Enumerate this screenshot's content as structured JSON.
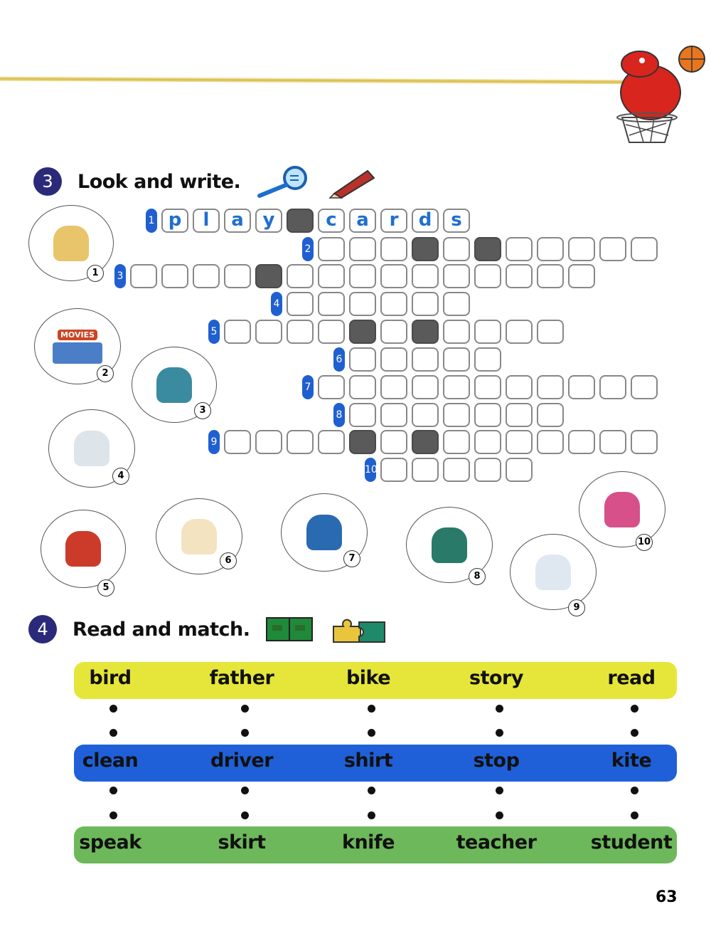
{
  "section3": {
    "number": "3",
    "title": "Look and write."
  },
  "crossword": {
    "rows": [
      {
        "clue": "1",
        "length": 10,
        "dark": [
          4
        ],
        "letters": [
          "p",
          "l",
          "a",
          "y",
          "",
          "c",
          "a",
          "r",
          "d",
          "s"
        ]
      },
      {
        "clue": "2",
        "length": 11,
        "dark": [
          3,
          5
        ],
        "letters": []
      },
      {
        "clue": "3",
        "length": 15,
        "dark": [
          4
        ],
        "letters": []
      },
      {
        "clue": "4",
        "length": 6,
        "dark": [],
        "letters": []
      },
      {
        "clue": "5",
        "length": 11,
        "dark": [
          4,
          6
        ],
        "letters": []
      },
      {
        "clue": "6",
        "length": 5,
        "dark": [],
        "letters": []
      },
      {
        "clue": "7",
        "length": 11,
        "dark": [],
        "letters": []
      },
      {
        "clue": "8",
        "length": 7,
        "dark": [],
        "letters": []
      },
      {
        "clue": "9",
        "length": 14,
        "dark": [
          4,
          6
        ],
        "letters": []
      },
      {
        "clue": "10",
        "length": 5,
        "dark": [],
        "letters": []
      }
    ]
  },
  "pictures": [
    {
      "num": "1",
      "icon": "children-playing-cards"
    },
    {
      "num": "2",
      "icon": "movies-cinema",
      "sign": "MOVIES"
    },
    {
      "num": "3",
      "icon": "boy-playing-basketball"
    },
    {
      "num": "4",
      "icon": "doctor"
    },
    {
      "num": "5",
      "icon": "girl-reading"
    },
    {
      "num": "6",
      "icon": "nurse"
    },
    {
      "num": "7",
      "icon": "driver"
    },
    {
      "num": "8",
      "icon": "sweater"
    },
    {
      "num": "9",
      "icon": "children-making-snowman"
    },
    {
      "num": "10",
      "icon": "dress"
    }
  ],
  "section4": {
    "number": "4",
    "title": "Read and match."
  },
  "match": {
    "colors": {
      "yellow": "#e6e63a",
      "blue": "#1f5fd8",
      "green": "#6db85a"
    },
    "row1": [
      "bird",
      "father",
      "bike",
      "story",
      "read"
    ],
    "row2": [
      "clean",
      "driver",
      "shirt",
      "stop",
      "kite"
    ],
    "row3": [
      "speak",
      "skirt",
      "knife",
      "teacher",
      "student"
    ]
  },
  "page_number": "63"
}
